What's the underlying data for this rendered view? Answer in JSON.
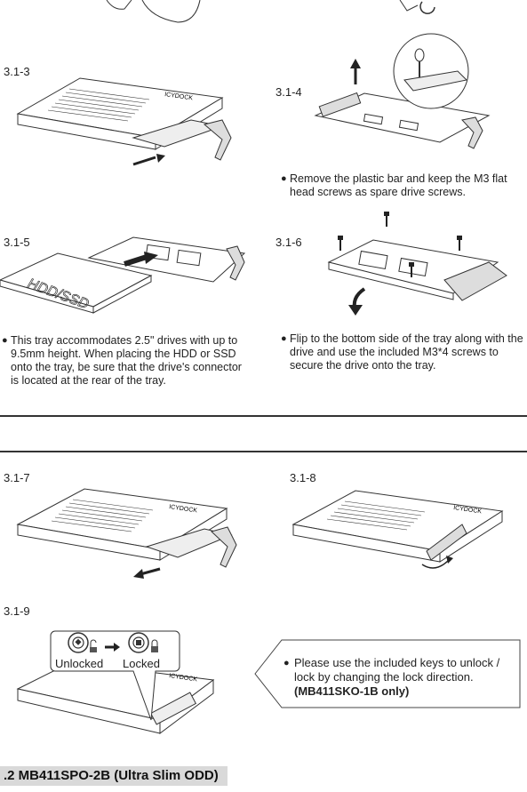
{
  "steps": {
    "s313": "3.1-3",
    "s314": "3.1-4",
    "s315": "3.1-5",
    "s316": "3.1-6",
    "s317": "3.1-7",
    "s318": "3.1-8",
    "s319": "3.1-9"
  },
  "notes": {
    "n314": "Remove the plastic bar and keep the M3 flat head screws as spare drive screws.",
    "n315": "This tray accommodates 2.5\" drives with up to 9.5mm height. When placing the HDD or SSD onto the tray, be sure that the drive's connector is located at the rear of the tray.",
    "n316": "Flip to the bottom side of the tray along with the drive and use the included M3*4 screws to secure the drive onto the tray.",
    "n319_text": "Please use the included keys to unlock / lock by changing the lock direction.",
    "n319_bold": "(MB411SKO-1B only)"
  },
  "drive_label": "HDD/SSD",
  "brand_mark": "ICYDOCK",
  "lock": {
    "unlocked": "Unlocked",
    "locked": "Locked"
  },
  "section_title": ".2 MB411SPO-2B (Ultra Slim ODD)"
}
